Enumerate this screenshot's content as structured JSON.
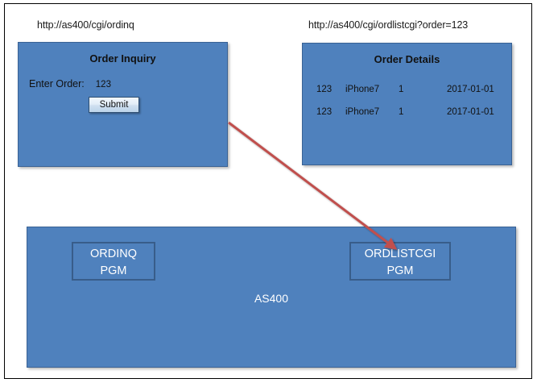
{
  "diagram": {
    "title": "AS400 CGI order inquiry flow",
    "colors": {
      "panel_fill": "#4f81bd",
      "panel_border": "#3a6294",
      "pgm_border": "#385d8a",
      "arrow_red": "#c0504d",
      "arrow_green": "#9bbb59",
      "page_border": "#000000",
      "text_dark": "#111111",
      "text_light": "#ffffff"
    }
  },
  "left_browser": {
    "url": "http://as400/cgi/ordinq",
    "panel_title": "Order Inquiry",
    "form": {
      "label": "Enter Order:",
      "value": "123",
      "submit_label": "Submit"
    }
  },
  "right_browser": {
    "url": "http://as400/cgi/ordlistcgi?order=123",
    "panel_title": "Order Details",
    "rows": [
      {
        "order": "123",
        "item": "iPhone7",
        "qty": "1",
        "date": "2017-01-01"
      },
      {
        "order": "123",
        "item": "iPhone7",
        "qty": "1",
        "date": "2017-01-01"
      }
    ]
  },
  "as400": {
    "label": "AS400",
    "programs": [
      {
        "name": "ORDINQ",
        "type": "PGM"
      },
      {
        "name": "ORDLISTCGI",
        "type": "PGM"
      }
    ]
  },
  "arrows": [
    {
      "name": "ordinq-to-order-inquiry",
      "color": "#9bbb59",
      "from": "ORDINQ PGM",
      "to": "Order Inquiry panel"
    },
    {
      "name": "order-inquiry-to-ordlistcgi",
      "color": "#c0504d",
      "from": "Order Inquiry panel",
      "to": "ORDLISTCGI PGM"
    },
    {
      "name": "ordlistcgi-to-order-details",
      "color": "#c0504d",
      "from": "ORDLISTCGI PGM",
      "to": "Order Details panel"
    }
  ]
}
